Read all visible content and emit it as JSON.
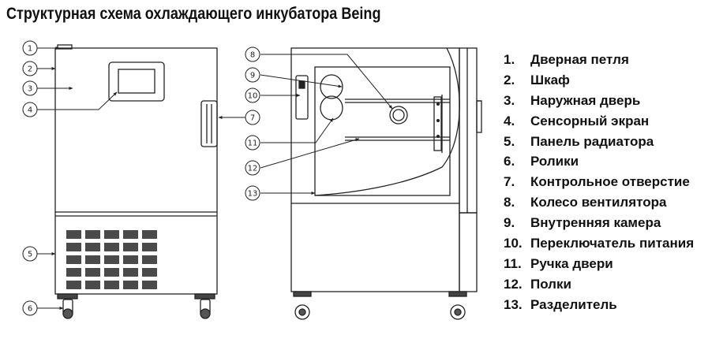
{
  "title": "Структурная схема охлаждающего инкубатора Being",
  "callouts": [
    "1",
    "2",
    "3",
    "4",
    "5",
    "6",
    "7",
    "8",
    "9",
    "10",
    "11",
    "12",
    "13"
  ],
  "legend": [
    {
      "num": "1.",
      "label": "Дверная петля"
    },
    {
      "num": "2.",
      "label": "Шкаф"
    },
    {
      "num": "3.",
      "label": "Наружная дверь"
    },
    {
      "num": "4.",
      "label": "Сенсорный экран"
    },
    {
      "num": "5.",
      "label": "Панель радиатора"
    },
    {
      "num": "6.",
      "label": "Ролики"
    },
    {
      "num": "7.",
      "label": "Контрольное отверстие"
    },
    {
      "num": "8.",
      "label": "Колесо вентилятора"
    },
    {
      "num": "9.",
      "label": "Внутренняя камера"
    },
    {
      "num": "10.",
      "label": "Переключатель питания"
    },
    {
      "num": "11.",
      "label": "Ручка двери"
    },
    {
      "num": "12.",
      "label": "Полки"
    },
    {
      "num": "13.",
      "label": "Разделитель"
    }
  ]
}
